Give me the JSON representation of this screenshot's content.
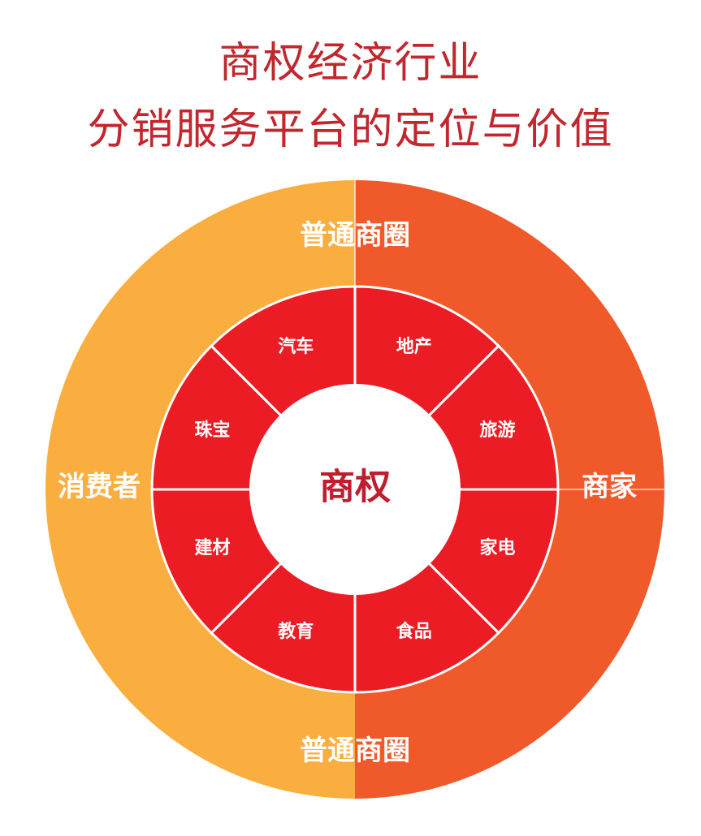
{
  "title": {
    "line1": "商权经济行业",
    "line2": "分销服务平台的定位与价值",
    "color": "#C1272D"
  },
  "diagram": {
    "center": {
      "label": "商权",
      "color": "#BE1E2D"
    },
    "outer": {
      "left_label": "消费者",
      "right_label": "商家",
      "top_label": "普通商圈",
      "bottom_label": "普通商圈",
      "left_color": "#F9AE3F",
      "right_color": "#F05A2A"
    },
    "ring_color": "#EC1C24",
    "segments": [
      "地产",
      "旅游",
      "家电",
      "食品",
      "教育",
      "建材",
      "珠宝",
      "汽车"
    ]
  }
}
